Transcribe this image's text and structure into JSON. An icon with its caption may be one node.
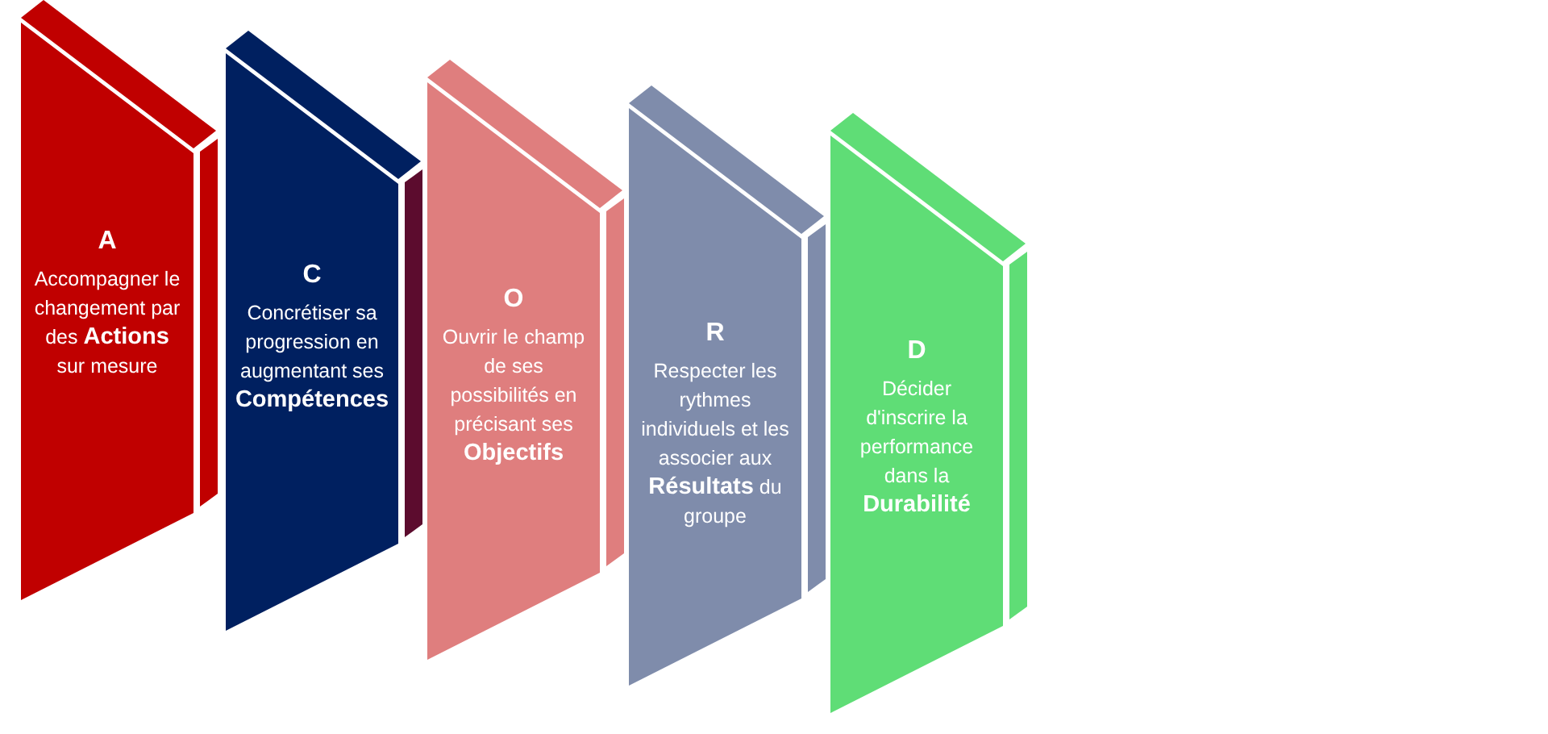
{
  "diagram": {
    "nodes": [
      {
        "text": [
          "A",
          "Accompagner le changement par des **Actions** sur mesure"
        ]
      },
      {
        "text": [
          "C",
          "Concrétiser sa progression en augmentant ses **Compétences**"
        ]
      },
      {
        "text": [
          "O",
          "Ouvrir le champ de ses possibilités en précisant ses **Objectifs**"
        ]
      },
      {
        "text": [
          "R",
          "Respecter les rythmes individuels et les associer aux **Résultats** du groupe"
        ]
      },
      {
        "text": [
          "D",
          "Décider d'inscrire la performance dans la **Durabilité**"
        ]
      }
    ]
  }
}
